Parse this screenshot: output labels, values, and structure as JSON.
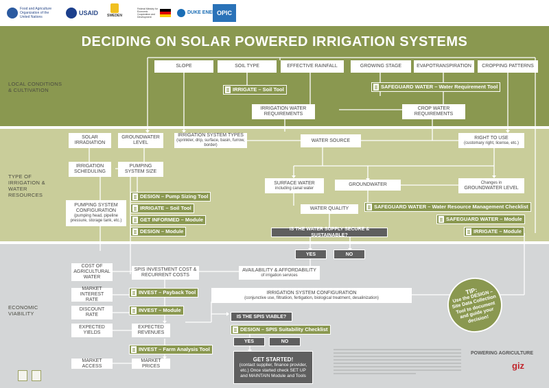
{
  "logos": {
    "fao": "Food and Agriculture Organization of the United Nations",
    "usaid": "USAID",
    "sweden": "SWEDEN",
    "germany": "Federal Ministry for Economic Cooperation and Development",
    "duke": "DUKE ENERGY.",
    "opic": "OPIC"
  },
  "title": "DECIDING ON SOLAR POWERED IRRIGATION SYSTEMS",
  "sections": {
    "local": "LOCAL CONDITIONS & CULTIVATION",
    "type": "TYPE OF IRRIGATION & WATER RESOURCES",
    "economic": "ECONOMIC VIABILITY"
  },
  "boxes": {
    "slope": "SLOPE",
    "soil_type": "SOIL TYPE",
    "effective_rainfall": "EFFECTIVE RAINFALL",
    "growing_stage": "GROWING STAGE",
    "evapotranspiration": "EVAPOTRANSPIRATION",
    "cropping_patterns": "CROPPING PATTERNS",
    "irrigation_water_req": "IRRIGATION WATER REQUIREMENTS",
    "crop_water_req": "CROP WATER REQUIREMENTS",
    "solar_irradiation": "SOLAR IRRADIATION",
    "groundwater_level": "GROUNDWATER LEVEL",
    "irrigation_system_types": "IRRIGATION SYSTEM TYPES",
    "irrigation_system_types_sub": "(sprinkler, drip, surface, basin, furrow, border)",
    "water_source": "WATER SOURCE",
    "right_to_use": "RIGHT TO USE",
    "right_to_use_sub": "(customary right, license, etc.)",
    "irrigation_scheduling": "IRRIGATION SCHEDULING",
    "pumping_system_size": "PUMPING SYSTEM SIZE",
    "surface_water": "SURFACE WATER",
    "surface_water_sub": "including canal water",
    "groundwater": "GROUNDWATER",
    "changes_gw": "Changes in",
    "changes_gw_2": "GROUNDWATER LEVEL",
    "pumping_config": "PUMPING SYSTEM CONFIGURATION",
    "pumping_config_sub": "(pumping head, pipeline pressure, storage tank, etc.)",
    "water_quality": "WATER QUALITY",
    "cost_ag_water": "COST OF AGRICULTURAL WATER",
    "spis_investment": "SPIS INVESTMENT COST & RECURRENT COSTS",
    "availability": "AVAILABILITY & AFFORDABILITY",
    "availability_sub": "of irrigation services",
    "market_interest": "MARKET INTEREST RATE",
    "irrigation_config": "IRRIGATION SYSTEM CONFIGURATION",
    "irrigation_config_sub": "(conjunctive use, filtratiion, fertigation, biological treatment, desalinization)",
    "discount_rate": "DISCOUNT RATE",
    "expected_yields": "EXPECTED YIELDS",
    "expected_revenues": "EXPECTED REVENUES",
    "market_access": "MARKET ACCESS",
    "market_prices": "MARKET PRICES"
  },
  "tools": {
    "irrigate_soil_1": "IRRIGATE – Soil Tool",
    "safeguard_water_req": "SAFEGUARD WATER – Water Requirement Tool",
    "design_pump": "DESIGN – Pump Sizing Tool",
    "irrigate_soil_2": "IRRIGATE – Soil Tool",
    "get_informed": "GET INFORMED – Module",
    "design_module": "DESIGN – Module",
    "safeguard_checklist": "SAFEGUARD WATER – Water Resource Management Checklist",
    "safeguard_module": "SAFEGUARD WATER – Module",
    "irrigate_module": "IRRIGATE – Module",
    "invest_payback": "INVEST – Payback Tool",
    "invest_module": "INVEST – Module",
    "design_spis": "DESIGN – SPIS Suitability Checklist",
    "invest_farm": "INVEST – Farm Analysis Tool"
  },
  "decisions": {
    "water_supply": "IS THE WATER SUPPLY SECURE & SUSTAINABLE?",
    "yes1": "YES",
    "no1": "NO",
    "spis_viable": "IS THE SPIS VIABLE?",
    "yes2": "YES",
    "no2": "NO",
    "get_started": "GET STARTED!",
    "get_started_sub": "(contact supplier, finance provider, etc.) Once started check SET UP and MAINTAIN Module and Tools"
  },
  "tip": {
    "title": "TIP:",
    "text": "Use the DESIGN – Site Data Collection Tool to document and guide your decision!"
  },
  "footer": {
    "powering": "POWERING AGRICULTURE",
    "giz": "giz"
  },
  "colors": {
    "olive": "#8a9850",
    "light_olive": "#c9cd9a",
    "grey": "#d4d6d7",
    "dark": "#5f5f5f"
  }
}
